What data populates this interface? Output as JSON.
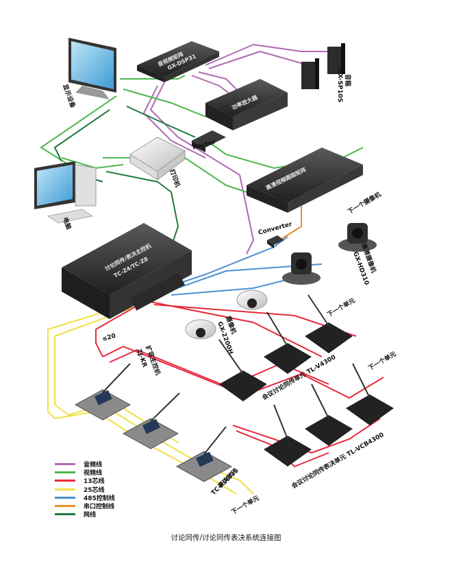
{
  "colors": {
    "audio": "#b06ab0",
    "video": "#4cb84c",
    "core13": "#e8283c",
    "core25": "#f0e040",
    "rs485": "#4a8fd4",
    "serial": "#f08a24",
    "network": "#1e7a3c",
    "device_dark": "#2d2d2d",
    "device_mid": "#4a4a4a"
  },
  "labels": {
    "display": "显示设备",
    "video_matrix": "音视频矩阵",
    "video_matrix_model": "GX-DSP31",
    "amplifier": "功率放大器",
    "speaker": "音箱",
    "speaker_model": "GX-SP10S",
    "router": "Router",
    "printer": "打印机",
    "hd_matrix": "高清视频跟踪矩阵",
    "computer": "电脑",
    "converter": "Converter",
    "next_camera": "下一个摄像机",
    "host": "讨论同传/表决主控机",
    "host_model": "TC-Z4/TC-Z8",
    "hd_camera": "高清摄像机",
    "hd_camera_model": "GX-HD310",
    "ptz_camera": "摄像机",
    "ptz_camera_model": "GX-2200H",
    "next_unit_top": "下一个单元",
    "next_unit_right": "下一个单元",
    "next_unit_bottom": "下一个单元",
    "expansion": "扩容主控机",
    "expansion_model": "ZJ-KR",
    "unit_count": "≤20",
    "unit_group1": "会议讨论同传单元 TL-V4300",
    "unit_group2": "会议讨论同传表决单元 TL-VCB4300",
    "chair_unit": "表决单元",
    "chair_unit_model": "TC-F06/16"
  },
  "legend": [
    {
      "label": "音频线",
      "color": "#b06ab0"
    },
    {
      "label": "视频线",
      "color": "#4cb84c"
    },
    {
      "label": "13芯线",
      "color": "#e8283c"
    },
    {
      "label": "25芯线",
      "color": "#f0e040"
    },
    {
      "label": "485控制线",
      "color": "#4a8fd4"
    },
    {
      "label": "串口控制线",
      "color": "#f08a24"
    },
    {
      "label": "网线",
      "color": "#1e7a3c"
    }
  ],
  "caption": "讨论同传/讨论同传表决系统连接图"
}
